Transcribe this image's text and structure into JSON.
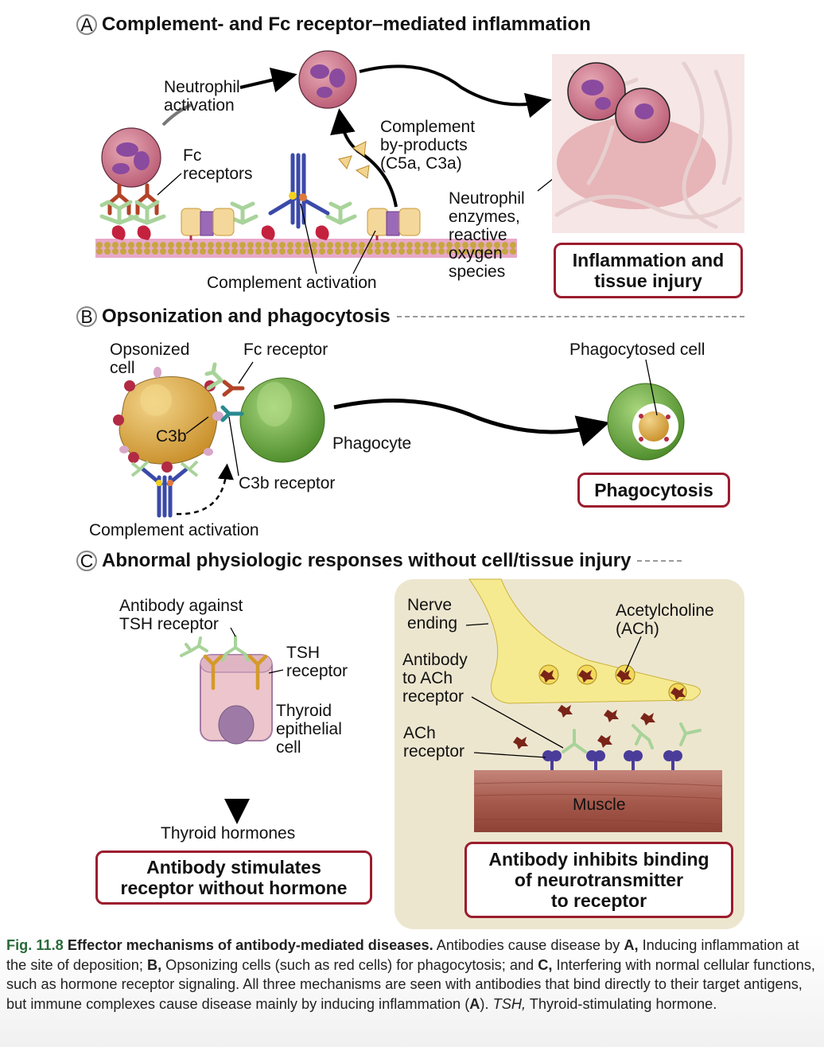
{
  "panels": {
    "a": {
      "letter": "A",
      "title": "Complement- and Fc receptor–mediated inflammation",
      "labels": {
        "neutrophil_activation": "Neutrophil\nactivation",
        "fc_receptors": "Fc\nreceptors",
        "complement_byproducts": "Complement\nby-products\n(C5a, C3a)",
        "neutrophil_enzymes": "Neutrophil\nenzymes,\nreactive\noxygen\nspecies",
        "complement_activation": "Complement activation"
      },
      "outcome": "Inflammation and\ntissue injury"
    },
    "b": {
      "letter": "B",
      "title": "Opsonization and phagocytosis",
      "labels": {
        "opsonized_cell": "Opsonized\ncell",
        "fc_receptor": "Fc receptor",
        "c3b": "C3b",
        "phagocyte": "Phagocyte",
        "c3b_receptor": "C3b receptor",
        "complement_activation": "Complement activation",
        "phagocytosed_cell": "Phagocytosed cell"
      },
      "outcome": "Phagocytosis"
    },
    "c": {
      "letter": "C",
      "title": "Abnormal physiologic responses without cell/tissue injury",
      "labels": {
        "antibody_tsh": "Antibody against\nTSH receptor",
        "tsh_receptor": "TSH\nreceptor",
        "thyroid_cell": "Thyroid\nepithelial\ncell",
        "thyroid_hormones": "Thyroid hormones",
        "nerve_ending": "Nerve\nending",
        "acetylcholine": "Acetylcholine\n(ACh)",
        "antibody_ach": "Antibody\nto ACh\nreceptor",
        "ach_receptor": "ACh\nreceptor",
        "muscle": "Muscle"
      },
      "outcome_left": "Antibody stimulates\nreceptor without hormone",
      "outcome_right": "Antibody inhibits binding\nof neurotransmitter\nto receptor"
    }
  },
  "caption": {
    "fig_number": "Fig. 11.8",
    "title": "Effector mechanisms of antibody-mediated diseases.",
    "text_1": " Antibodies cause disease by ",
    "a": "A,",
    "text_2": " Inducing inflammation at the site of deposition; ",
    "b": "B,",
    "text_3": " Opsonizing cells (such as red cells) for phagocytosis; and ",
    "c": "C,",
    "text_4": " Interfering with normal cellular functions, such as hormone receptor signaling. All three mechanisms are seen with antibodies that bind directly to their target antigens, but immune complexes cause disease mainly by inducing inflammation (",
    "a2": "A",
    "text_5": "). ",
    "tsh_abbr": "TSH,",
    "text_6": " Thyroid-stimulating hormone."
  },
  "colors": {
    "outcome_border": "#9b1c2e",
    "neutrophil": "#c9718a",
    "nucleus": "#8a4a9e",
    "antibody": "#a8d39a",
    "fc_receptor": "#b24328",
    "complement": "#3b4aa8",
    "phagocyte": "#5e9e35",
    "opsonized_cell": "#d9a53f",
    "nerve": "#f4e58a",
    "muscle": "#a4574a",
    "ach": "#7a2418",
    "ach_receptor": "#4a3d9a",
    "panel_c_bg": "#ede6cf",
    "caption_fig": "#2a6b3a"
  }
}
